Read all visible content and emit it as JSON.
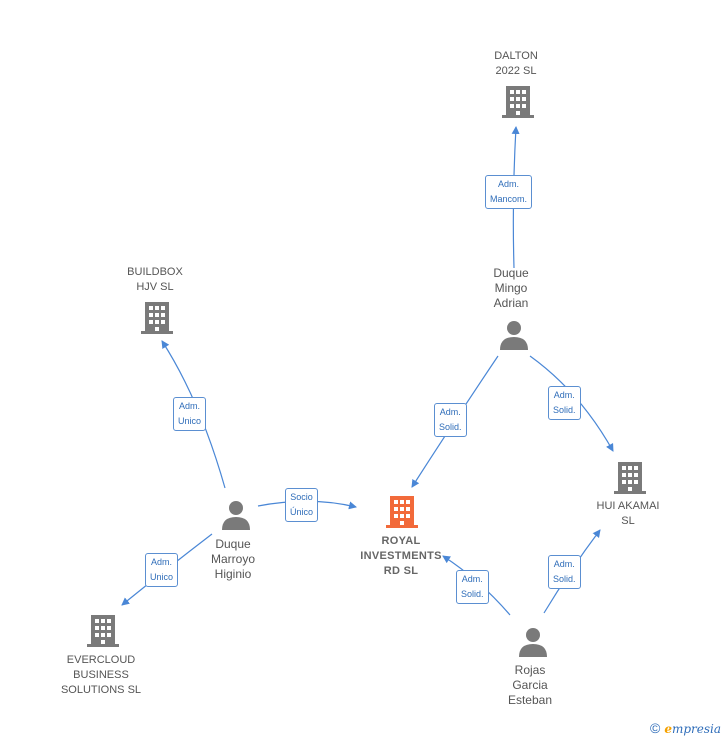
{
  "nodes": {
    "dalton": {
      "lines": [
        "DALTON",
        "2022  SL"
      ]
    },
    "buildbox": {
      "lines": [
        "BUILDBOX",
        "HJV  SL"
      ]
    },
    "royal": {
      "lines": [
        "ROYAL",
        "INVESTMENTS",
        "RD  SL"
      ]
    },
    "hui": {
      "lines": [
        "HUI AKAMAI",
        "SL"
      ]
    },
    "evercloud": {
      "lines": [
        "EVERCLOUD",
        "BUSINESS",
        "SOLUTIONS  SL"
      ]
    },
    "duque_mingo": {
      "lines": [
        "Duque",
        "Mingo",
        "Adrian"
      ]
    },
    "duque_marroyo": {
      "lines": [
        "Duque",
        "Marroyo",
        "Higinio"
      ]
    },
    "rojas": {
      "lines": [
        "Rojas",
        "Garcia",
        "Esteban"
      ]
    }
  },
  "edges": [
    {
      "id": "e1",
      "lines": [
        "Adm.",
        "Mancom."
      ]
    },
    {
      "id": "e2",
      "lines": [
        "Adm.",
        "Unico"
      ]
    },
    {
      "id": "e3",
      "lines": [
        "Socio",
        "Único"
      ]
    },
    {
      "id": "e4",
      "lines": [
        "Adm.",
        "Solid."
      ]
    },
    {
      "id": "e5",
      "lines": [
        "Adm.",
        "Solid."
      ]
    },
    {
      "id": "e6",
      "lines": [
        "Adm.",
        "Unico"
      ]
    },
    {
      "id": "e7",
      "lines": [
        "Adm.",
        "Solid."
      ]
    },
    {
      "id": "e8",
      "lines": [
        "Adm.",
        "Solid."
      ]
    }
  ],
  "colors": {
    "line": "#4a87d6",
    "building": "#7a7a7a",
    "building_main": "#f26a3a",
    "person": "#7a7a7a"
  },
  "footer": {
    "copyright": "©",
    "brand_first": "e",
    "brand_rest": "mpresia"
  }
}
